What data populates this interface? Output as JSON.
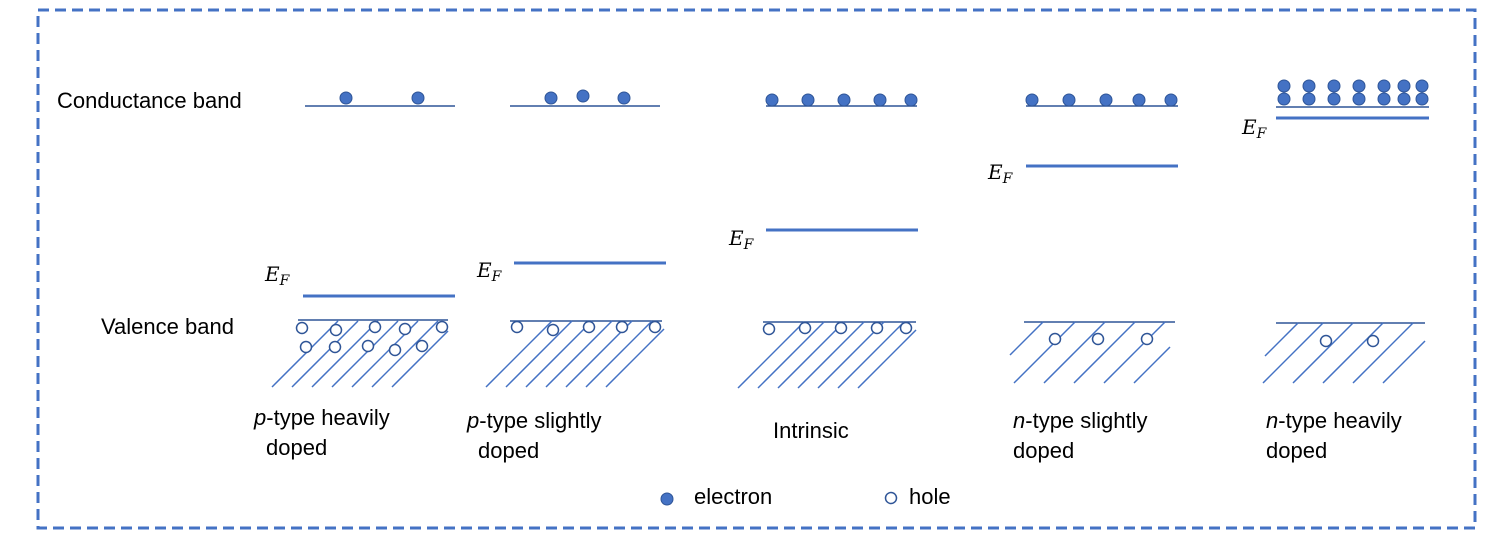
{
  "band_labels": {
    "conductance": "Conductance band",
    "valence": "Valence band"
  },
  "fermi_label": {
    "main": "E",
    "sub": "F"
  },
  "panels": [
    {
      "prefix": "p",
      "line1": "-type heavily",
      "line2": "doped",
      "electron_rows": 1,
      "electrons_per_row": 2,
      "hole_rows": 2,
      "fermi_level": 0.24
    },
    {
      "prefix": "p",
      "line1": "-type slightly",
      "line2": "doped",
      "electron_rows": 1,
      "electrons_per_row": 3,
      "hole_rows": 1,
      "fermi_level": 0.35
    },
    {
      "prefix": "",
      "line1": "Intrinsic",
      "line2": "",
      "electron_rows": 1,
      "electrons_per_row": 5,
      "hole_rows": 1,
      "fermi_level": 0.5
    },
    {
      "prefix": "n",
      "line1": "-type slightly",
      "line2": "doped",
      "electron_rows": 1,
      "electrons_per_row": 5,
      "hole_rows": 1,
      "fermi_level": 0.7
    },
    {
      "prefix": "n",
      "line1": "-type heavily",
      "line2": "doped",
      "electron_rows": 2,
      "electrons_per_row": 7,
      "hole_rows": 1,
      "fermi_level": 0.93
    }
  ],
  "legend": {
    "electron": "electron",
    "hole": "hole"
  },
  "colors": {
    "accent": "#4472c4",
    "border": "#4472c4",
    "text": "#000000"
  }
}
